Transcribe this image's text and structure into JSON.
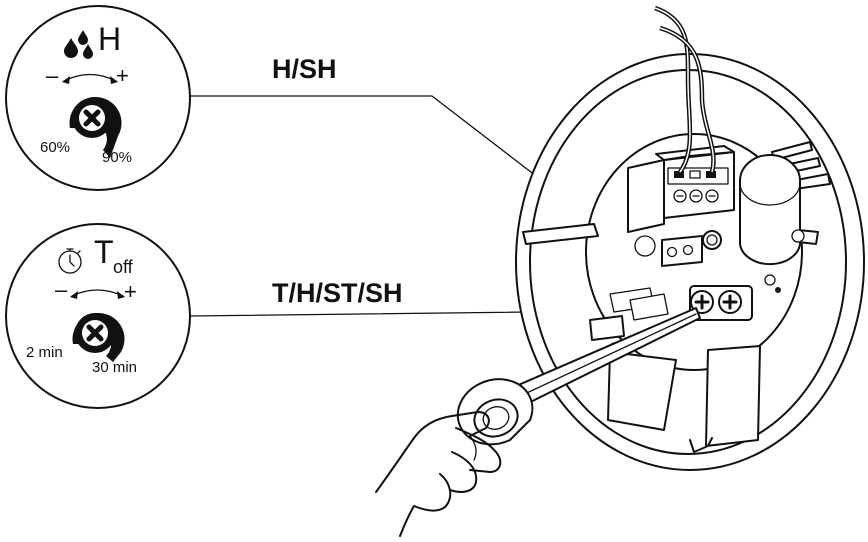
{
  "callouts": [
    {
      "id": "humidity",
      "model_label": "H/SH",
      "symbol_icon": "water-drops-icon",
      "symbol_letter": "H",
      "minus": "–",
      "plus": "+",
      "min_value": "60%",
      "max_value": "90%"
    },
    {
      "id": "timer",
      "model_label": "T/H/ST/SH",
      "symbol_icon": "stopwatch-icon",
      "symbol_letter": "T",
      "symbol_subscript": "off",
      "minus": "–",
      "plus": "+",
      "min_value": "2 min",
      "max_value": "30 min"
    }
  ],
  "colors": {
    "ink": "#111111",
    "paper": "#ffffff"
  }
}
